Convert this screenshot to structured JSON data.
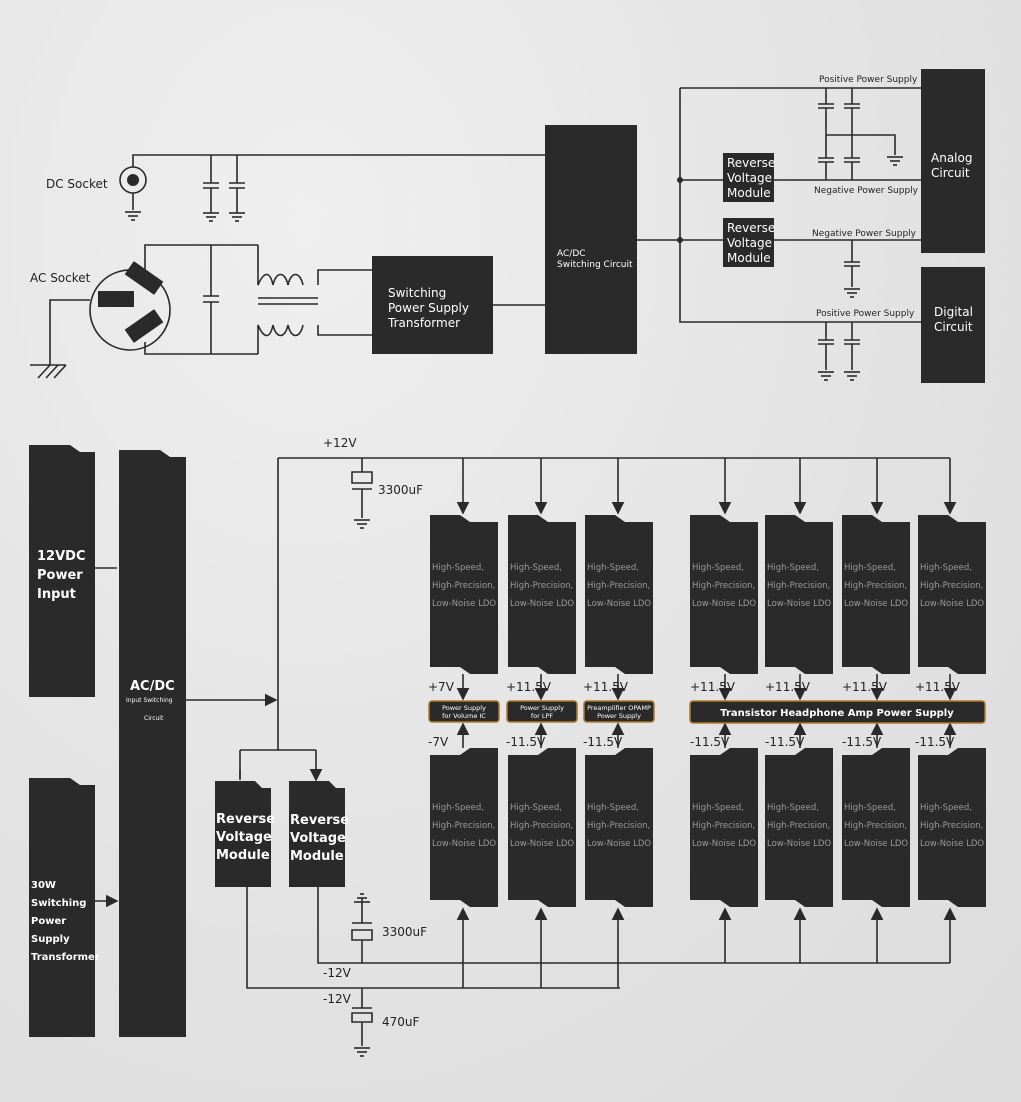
{
  "top": {
    "dc_socket": "DC Socket",
    "ac_socket": "AC Socket",
    "transformer": [
      "Switching",
      "Power Supply",
      "Transformer"
    ],
    "acdc": [
      "AC/DC",
      "Switching Circuit"
    ],
    "rvm": [
      "Reverse",
      "Voltage",
      "Module"
    ],
    "analog": [
      "Analog",
      "Circuit"
    ],
    "digital": [
      "Digital",
      "Circuit"
    ],
    "pos_supply": "Positive Power Supply",
    "neg_supply": "Negative Power Supply"
  },
  "bottom": {
    "input12": [
      "12VDC",
      "Power",
      "Input"
    ],
    "input30": [
      "30W",
      "Switching",
      "Power",
      "Supply",
      "Transformer"
    ],
    "acdc": [
      "AC/DC",
      "Input Switching",
      "Circuit"
    ],
    "rvm": [
      "Reverse",
      "Voltage",
      "Module"
    ],
    "plus12": "+12V",
    "minus12a": "-12V",
    "minus12b": "-12V",
    "cap1": "3300uF",
    "cap2": "3300uF",
    "cap3": "470uF",
    "ldo_text": [
      "High-Speed,",
      "High-Precision,",
      "Low-Noise LDO"
    ],
    "columns": [
      {
        "pos": "+7V",
        "neg": "-7V"
      },
      {
        "pos": "+11.5V",
        "neg": "-11.5V"
      },
      {
        "pos": "+11.5V",
        "neg": "-11.5V"
      },
      {
        "pos": "+11.5V",
        "neg": "-11.5V"
      },
      {
        "pos": "+11.5V",
        "neg": "-11.5V"
      },
      {
        "pos": "+11.5V",
        "neg": "-11.5V"
      },
      {
        "pos": "+11.5V",
        "neg": "-11.5V"
      }
    ],
    "badges": [
      [
        "Power Supply",
        "for Volume IC"
      ],
      [
        "Power Supply",
        "for LPF"
      ],
      [
        "Preamplifier OPAMP",
        "Power Supply"
      ]
    ],
    "amp_badge": "Transistor Headphone Amp Power Supply",
    "badge_border": "#b07a2a"
  }
}
